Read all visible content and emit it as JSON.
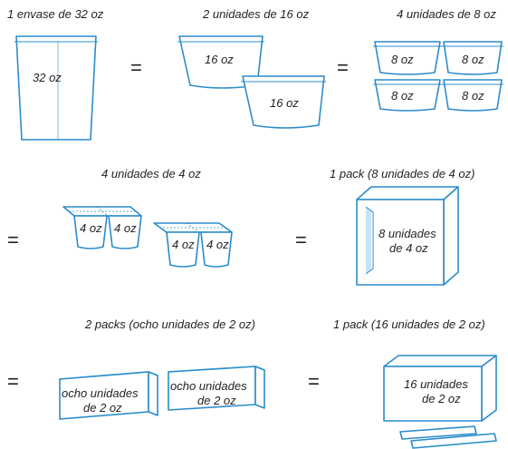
{
  "row1": {
    "captions": [
      "1 envase de 32 oz",
      "2 unidades de 16 oz",
      "4 unidades de 8 oz"
    ],
    "big_label": "32 oz",
    "medium_label": "16 oz",
    "small_label": "8 oz"
  },
  "row2": {
    "captions": [
      "4 unidades de 4 oz",
      "1 pack (8 unidades de 4 oz)"
    ],
    "cup_label": "4 oz",
    "box_label_line1": "8 unidades",
    "box_label_line2": "de 4 oz"
  },
  "row3": {
    "captions": [
      "2 packs (ocho unidades de 2 oz)",
      "1 pack (16 unidades de 2 oz)"
    ],
    "pack_label_line1": "ocho unidades",
    "pack_label_line2": "de 2 oz",
    "box_label_line1": "16 unidades",
    "box_label_line2": "de 2 oz"
  },
  "equals": "="
}
